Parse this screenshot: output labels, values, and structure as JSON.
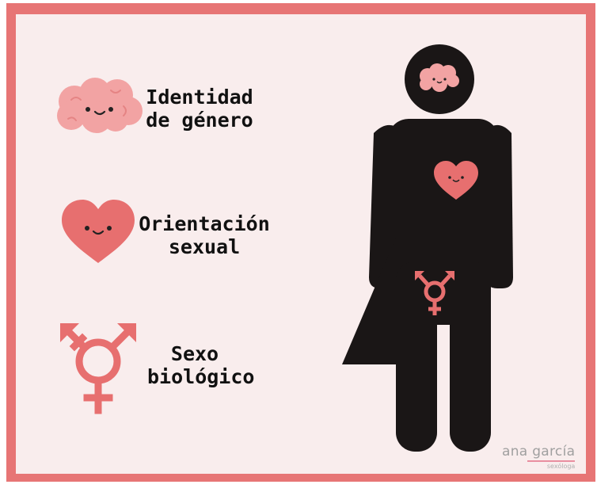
{
  "legend": {
    "identity": {
      "line1": "Identidad",
      "line2": "de género",
      "icon": "brain-icon"
    },
    "orientation": {
      "line1": "Orientación",
      "line2": "sexual",
      "icon": "heart-icon"
    },
    "sex": {
      "line1": "Sexo",
      "line2": "biológico",
      "icon": "transgender-symbol-icon"
    }
  },
  "signature": {
    "name": "ana garcía",
    "subtitle": "sexóloga"
  },
  "colors": {
    "frame": "#e77575",
    "background": "#f9eded",
    "figure": "#1a1616",
    "accent_pink": "#e76f6f",
    "brain_pink": "#f2a3a3"
  }
}
